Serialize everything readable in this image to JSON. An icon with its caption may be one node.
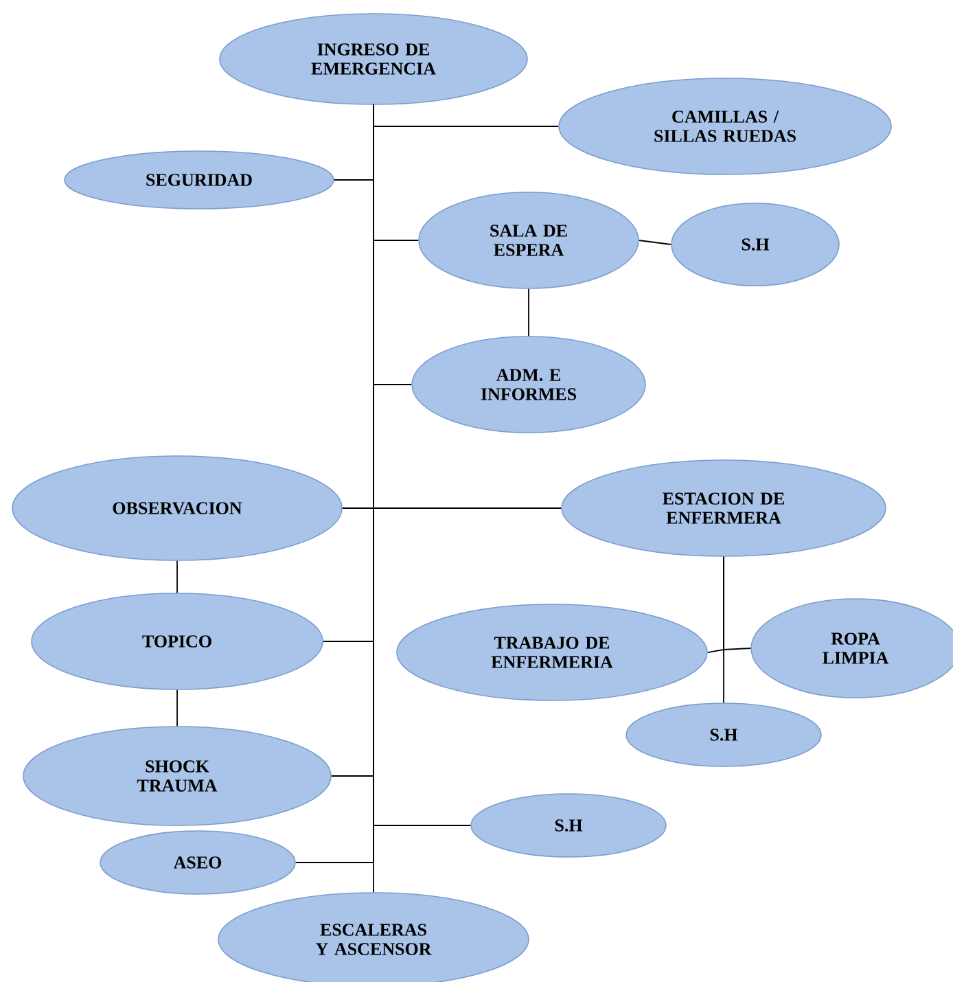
{
  "diagram": {
    "nodes": [
      {
        "text": [
          "INGRESO DE EMERGENCIA"
        ]
      },
      {
        "text": [
          "CAMILLAS / SILLAS RUEDAS"
        ]
      },
      {
        "text": [
          "SEGURIDAD"
        ]
      },
      {
        "text": [
          "SALA DE ESPERA"
        ]
      },
      {
        "text": [
          "S.H"
        ]
      },
      {
        "text": [
          "ADM. E INFORMES"
        ]
      },
      {
        "text": [
          "OBSERVACION"
        ]
      },
      {
        "text": [
          "ESTACION DE ENFERMERA"
        ]
      },
      {
        "text": [
          "TOPICO"
        ]
      },
      {
        "text": [
          "TRABAJO DE ENFERMERIA"
        ]
      },
      {
        "text": [
          "ROPA LIMPIA"
        ]
      },
      {
        "text": [
          "S.H"
        ]
      },
      {
        "text": [
          "SHOCK TRAUMA"
        ]
      },
      {
        "text": [
          "S.H"
        ]
      },
      {
        "text": [
          "ASEO"
        ]
      },
      {
        "text": [
          "ESCALERAS Y ASCENSOR"
        ]
      }
    ],
    "edges": [
      {
        "from": 0,
        "to": 1,
        "arrow": "none"
      },
      {
        "from": 0,
        "to": 2,
        "arrow": "none"
      },
      {
        "from": 0,
        "to": 3,
        "arrow": "none"
      },
      {
        "from": 0,
        "to": 5,
        "arrow": "none"
      },
      {
        "from": 0,
        "to": 6,
        "arrow": "none"
      },
      {
        "from": 0,
        "to": 7,
        "arrow": "none"
      },
      {
        "from": 0,
        "to": 8,
        "arrow": "none"
      },
      {
        "from": 0,
        "to": 12,
        "arrow": "none"
      },
      {
        "from": 0,
        "to": 13,
        "arrow": "none"
      },
      {
        "from": 0,
        "to": 14,
        "arrow": "none"
      },
      {
        "from": 0,
        "to": 15,
        "arrow": "none"
      },
      {
        "from": 3,
        "to": 4,
        "arrow": "none"
      },
      {
        "from": 3,
        "to": 5,
        "arrow": "none"
      },
      {
        "from": 6,
        "to": 8,
        "arrow": "none"
      },
      {
        "from": 8,
        "to": 12,
        "arrow": "none"
      },
      {
        "from": 7,
        "to": 9,
        "arrow": "none"
      },
      {
        "from": 7,
        "to": 10,
        "arrow": "none"
      },
      {
        "from": 7,
        "to": 11,
        "arrow": "none"
      }
    ]
  }
}
